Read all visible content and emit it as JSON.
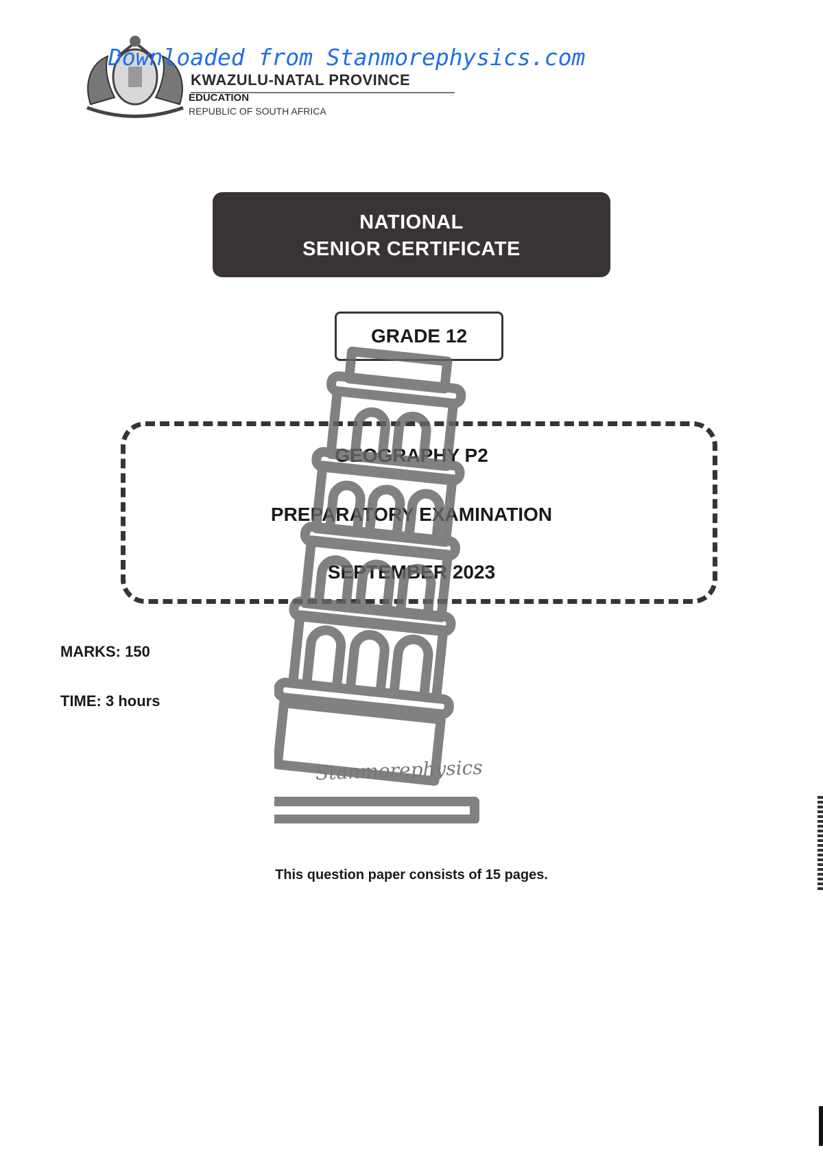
{
  "header": {
    "download_banner": "Downloaded from Stanmorephysics.com",
    "province": "KWAZULU-NATAL PROVINCE",
    "department": "EDUCATION",
    "country": "REPUBLIC OF SOUTH AFRICA"
  },
  "certificate": {
    "line1": "NATIONAL",
    "line2": "SENIOR CERTIFICATE"
  },
  "grade": "GRADE 12",
  "exam": {
    "subject": "GEOGRAPHY P2",
    "type": "PREPARATORY EXAMINATION",
    "date": "SEPTEMBER 2023"
  },
  "details": {
    "marks": "MARKS:  150",
    "time": "TIME:  3 hours"
  },
  "watermark": {
    "text": "Stanmorephysics",
    "icon": "leaning-tower-icon"
  },
  "footer": {
    "pages_note": "This question paper consists of 15 pages."
  }
}
